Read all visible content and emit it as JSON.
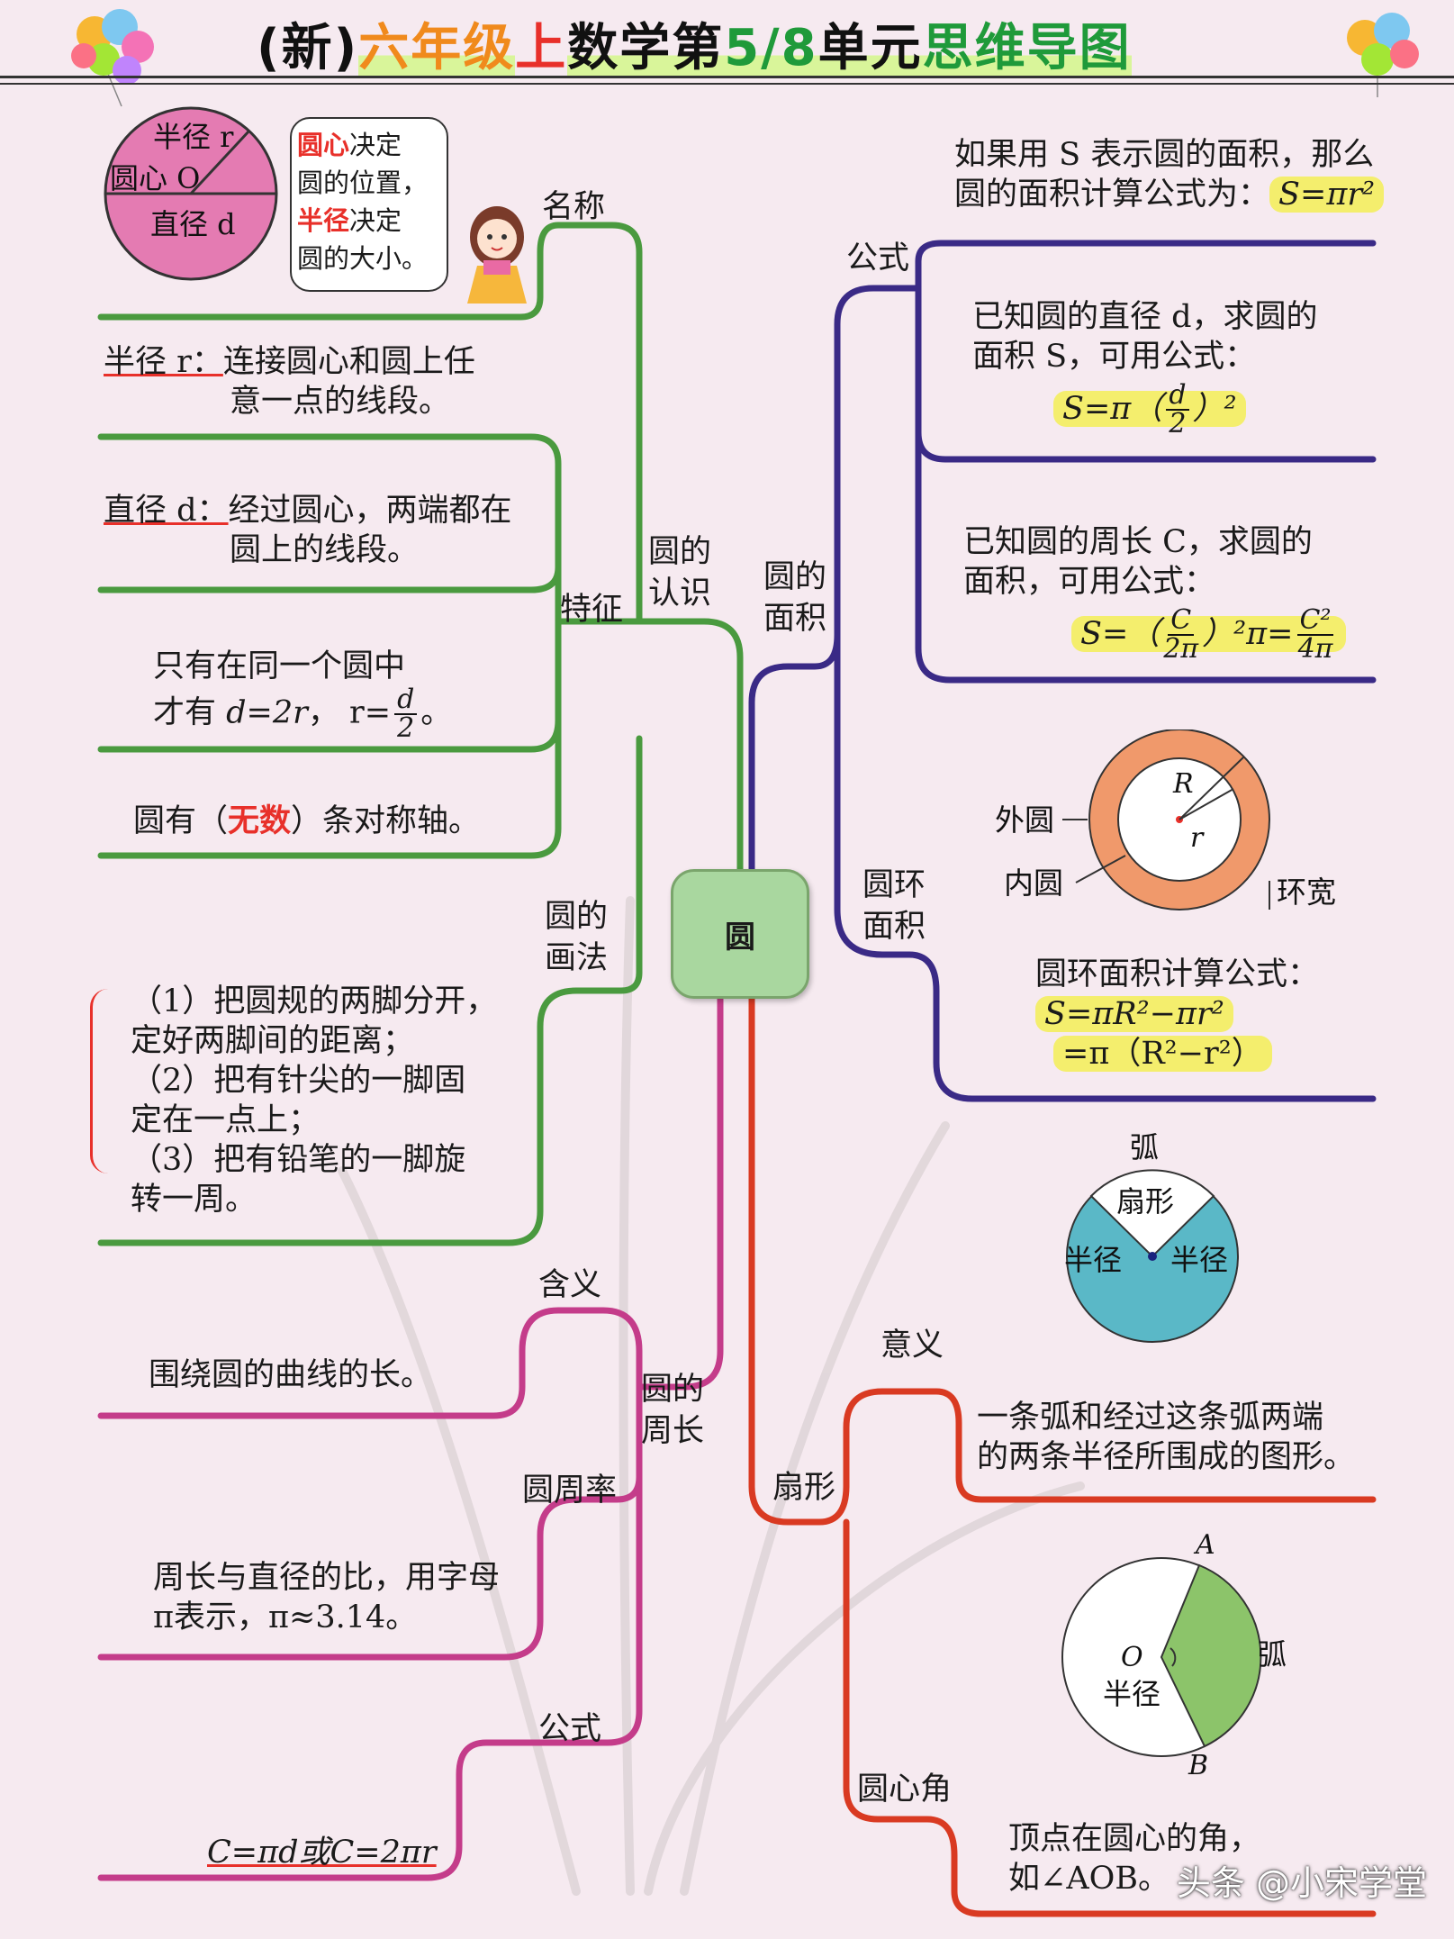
{
  "title": {
    "p1": "(新)",
    "p2": "六年级",
    "p3": "上",
    "p4": "数学第",
    "p5": "5/8",
    "p6": "单元",
    "p7": "思维导图"
  },
  "center": "圆",
  "colors": {
    "green": "#4a9a3f",
    "purple": "#3a2a86",
    "pink": "#c43c8a",
    "red": "#d93a22",
    "center": "#a9d79f"
  },
  "recognition": {
    "label_1": "圆的",
    "label_2": "认识",
    "name_label": "名称",
    "circle_fig": {
      "radius": "半径 r",
      "center": "圆心 O",
      "diameter": "直径 d"
    },
    "speech": {
      "l1_hw": "圆心",
      "l1": "决定",
      "l2": "圆的位置，",
      "l3_hw": "半径",
      "l3": "决定",
      "l4": "圆的大小。"
    },
    "radius_def": {
      "term": "半径 r：",
      "l1": "连接圆心和圆上任",
      "l2": "意一点的线段。"
    },
    "diameter_def": {
      "term": "直径 d：",
      "l1": "经过圆心，两端都在",
      "l2": "圆上的线段。"
    },
    "feature_label": "特征",
    "feature_1": {
      "l1": "只有在同一个圆中",
      "l2a": "才有 ",
      "l2b": "d=2r",
      "l2c": "， r=",
      "num": "d",
      "den": "2",
      "end": "。"
    },
    "feature_2": {
      "a": "圆有（",
      "hw": "无数",
      "b": "）条对称轴。"
    },
    "draw_label_1": "圆的",
    "draw_label_2": "画法",
    "draw_steps": [
      "（1）把圆规的两脚分开，",
      "定好两脚间的距离；",
      "（2）把有针尖的一脚固",
      "定在一点上；",
      "（3）把有铅笔的一脚旋",
      "转一周。"
    ]
  },
  "circumference": {
    "label_1": "圆的",
    "label_2": "周长",
    "meaning_label": "含义",
    "meaning": "围绕圆的曲线的长。",
    "pi_label": "圆周率",
    "pi_l1": "周长与直径的比，用字母",
    "pi_l2": "π表示，π≈3.14。",
    "formula_label": "公式",
    "formula": "C=πd或C=2πr"
  },
  "area": {
    "label_1": "圆的",
    "label_2": "面积",
    "formula_label": "公式",
    "f1_l1": "如果用 S 表示圆的面积，那么",
    "f1_l2": "圆的面积计算公式为：",
    "f1_hl": "S=πr²",
    "f2_l1": "已知圆的直径 d，求圆的",
    "f2_l2": "面积 S，可用公式：",
    "f2_a": "S=π（",
    "f2_num": "d",
    "f2_den": "2",
    "f2_b": "）²",
    "f3_l1": "已知圆的周长 C，求圆的",
    "f3_l2": "面积，可用公式：",
    "f3_a": "S=（",
    "f3_num": "C",
    "f3_den": "2π",
    "f3_b": "）²π=",
    "f3_num2": "C²",
    "f3_den2": "4π",
    "ring_label_1": "圆环",
    "ring_label_2": "面积",
    "ring_fig": {
      "outer": "外圆",
      "inner": "内圆",
      "R": "R",
      "r": "r",
      "width": "环宽"
    },
    "ring_title": "圆环面积计算公式：",
    "ring_f1": "S=πR²−πr²",
    "ring_f2": "=π（R²−r²）"
  },
  "sector": {
    "label": "扇形",
    "fig1": {
      "arc": "弧",
      "sector": "扇形",
      "r1": "半径",
      "r2": "半径"
    },
    "meaning_label": "意义",
    "meaning_l1": "一条弧和经过这条弧两端",
    "meaning_l2": "的两条半径所围成的图形。",
    "angle_label": "圆心角",
    "fig2": {
      "A": "A",
      "O": "O",
      "B": "B",
      "arc": "弧",
      "radius": "半径"
    },
    "angle_l1": "顶点在圆心的角，",
    "angle_l2": "如∠AOB。"
  },
  "watermark": "头条 @小宋学堂"
}
